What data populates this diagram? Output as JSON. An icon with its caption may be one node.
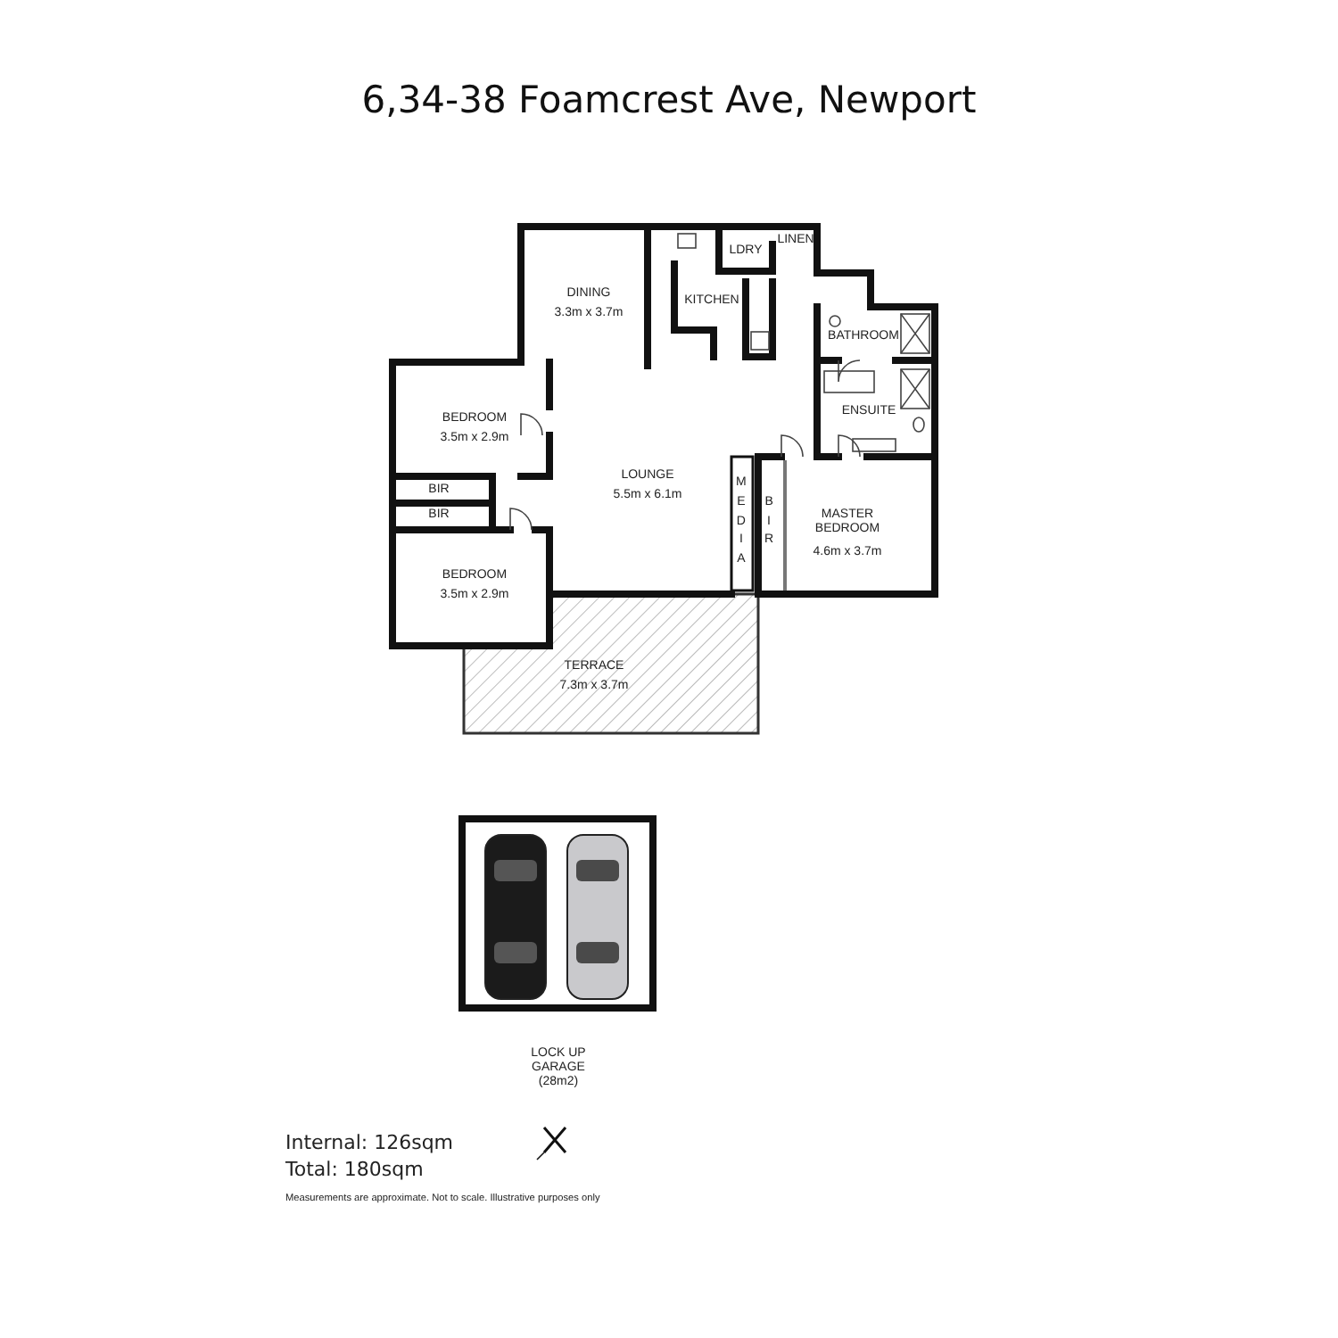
{
  "diagram": {
    "title": "6,34-38 Foamcrest Ave, Newport",
    "labels": [
      "DINING",
      "3.3m x 3.7m",
      "KITCHEN",
      "LDRY",
      "LINEN",
      "BATHROOM",
      "BEDROOM",
      "3.5m x 2.9m",
      "ENSUITE",
      "BIR",
      "BIR",
      "LOUNGE",
      "5.5m x 6.1m",
      "MEDIA",
      "BIR",
      "MASTER BEDROOM",
      "4.6m x 3.7m",
      "BEDROOM",
      "3.5m x 2.9m",
      "TERRACE",
      "7.3m x 3.7m",
      "LOCK UP GARAGE (28m2)",
      "Internal: 126sqm",
      "Total: 180sqm",
      "Measurements are approximate. Not to scale. Illustrative purposes only"
    ]
  }
}
